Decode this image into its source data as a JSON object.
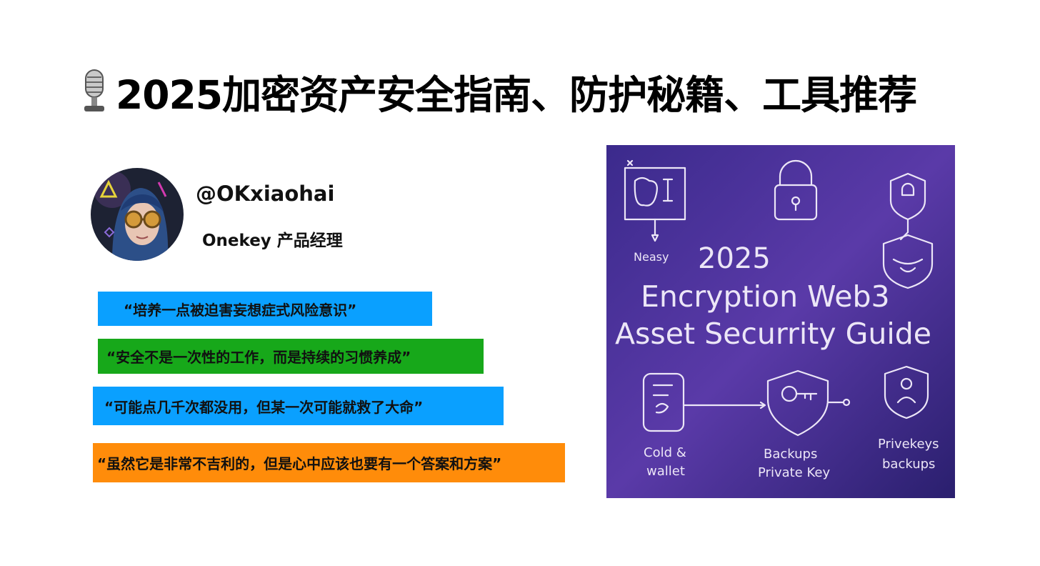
{
  "title": {
    "icon": "microphone-icon",
    "text": "2025加密资产安全指南、防护秘籍、工具推荐"
  },
  "author": {
    "handle": "@OKxiaohai",
    "role": "Onekey 产品经理",
    "avatar_icon": "avatar-image"
  },
  "quotes": [
    {
      "text": "“培养一点被迫害妄想症式风险意识”",
      "color": "#0aa0ff"
    },
    {
      "text": "“安全不是一次性的工作，而是持续的习惯养成”",
      "color": "#17a81a"
    },
    {
      "text": "“可能点几千次都没用，但某一次可能就救了大命”",
      "color": "#0aa0ff"
    },
    {
      "text": "“虽然它是非常不吉利的，但是心中应该也要有一个答案和方案”",
      "color": "#ff8c0a"
    }
  ],
  "artwork": {
    "year": "2025",
    "line1": "Encryption Web3",
    "line2": "Asset Securrity Guide",
    "label_top_left": "Neasy",
    "label_cold_1": "Cold &",
    "label_cold_2": "wallet",
    "label_backup_1": "Backups",
    "label_backup_2": "Private Key",
    "label_priv_1": "Privekeys",
    "label_priv_2": "backups"
  }
}
